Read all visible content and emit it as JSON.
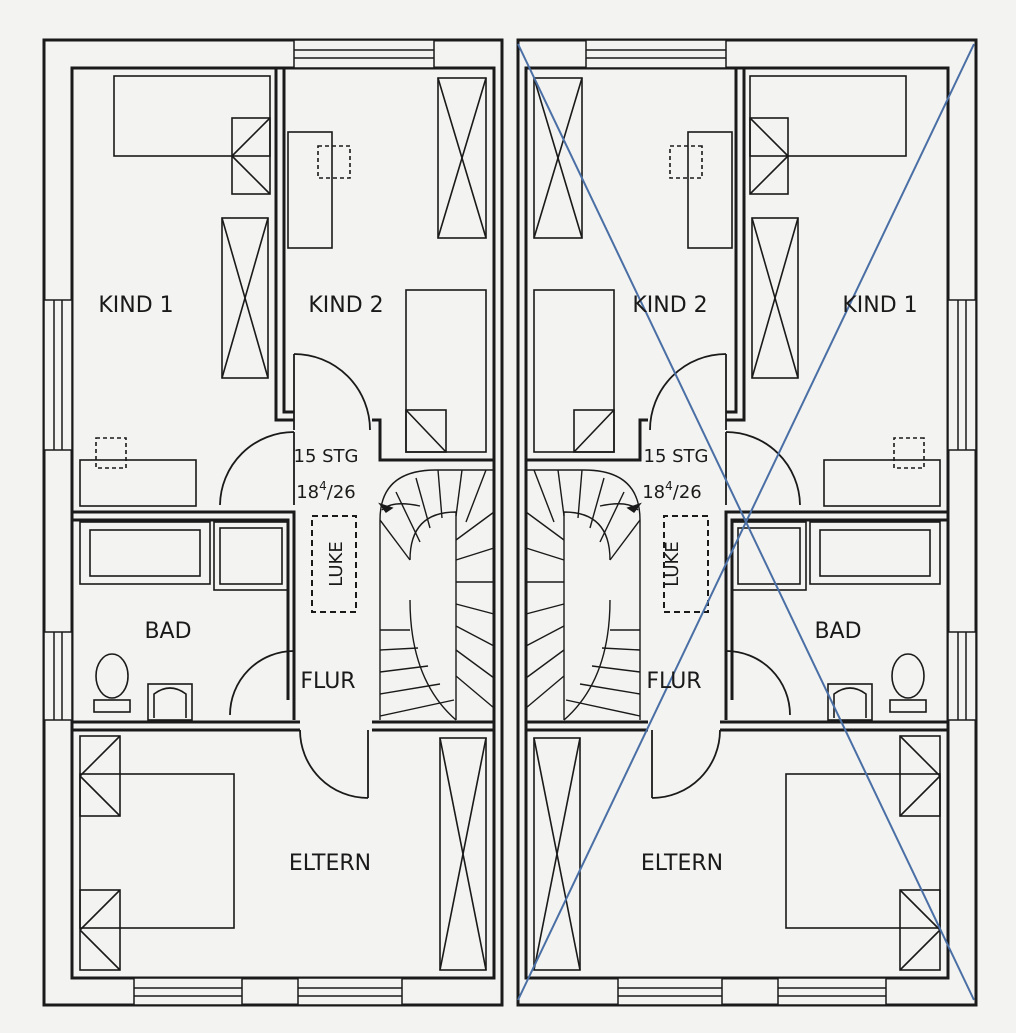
{
  "plan": {
    "units": [
      {
        "side": "left",
        "crossed_out": false,
        "rooms": {
          "kind1": "KIND 1",
          "kind2": "KIND 2",
          "bad": "BAD",
          "flur": "FLUR",
          "eltern": "ELTERN"
        },
        "stair_count": "15 STG",
        "stair_dim_main": "18",
        "stair_dim_sup": "4",
        "stair_dim_tail": "/26",
        "hatch": "LUKE"
      },
      {
        "side": "right",
        "crossed_out": true,
        "rooms": {
          "kind1": "KIND 1",
          "kind2": "KIND 2",
          "bad": "BAD",
          "flur": "FLUR",
          "eltern": "ELTERN"
        },
        "stair_count": "15 STG",
        "stair_dim_main": "18",
        "stair_dim_sup": "4",
        "stair_dim_tail": "/26",
        "hatch": "LUKE"
      }
    ],
    "colors": {
      "ink": "#1a1a1a",
      "paper": "#f3f3f1",
      "cross": "#4a6fa5"
    }
  }
}
